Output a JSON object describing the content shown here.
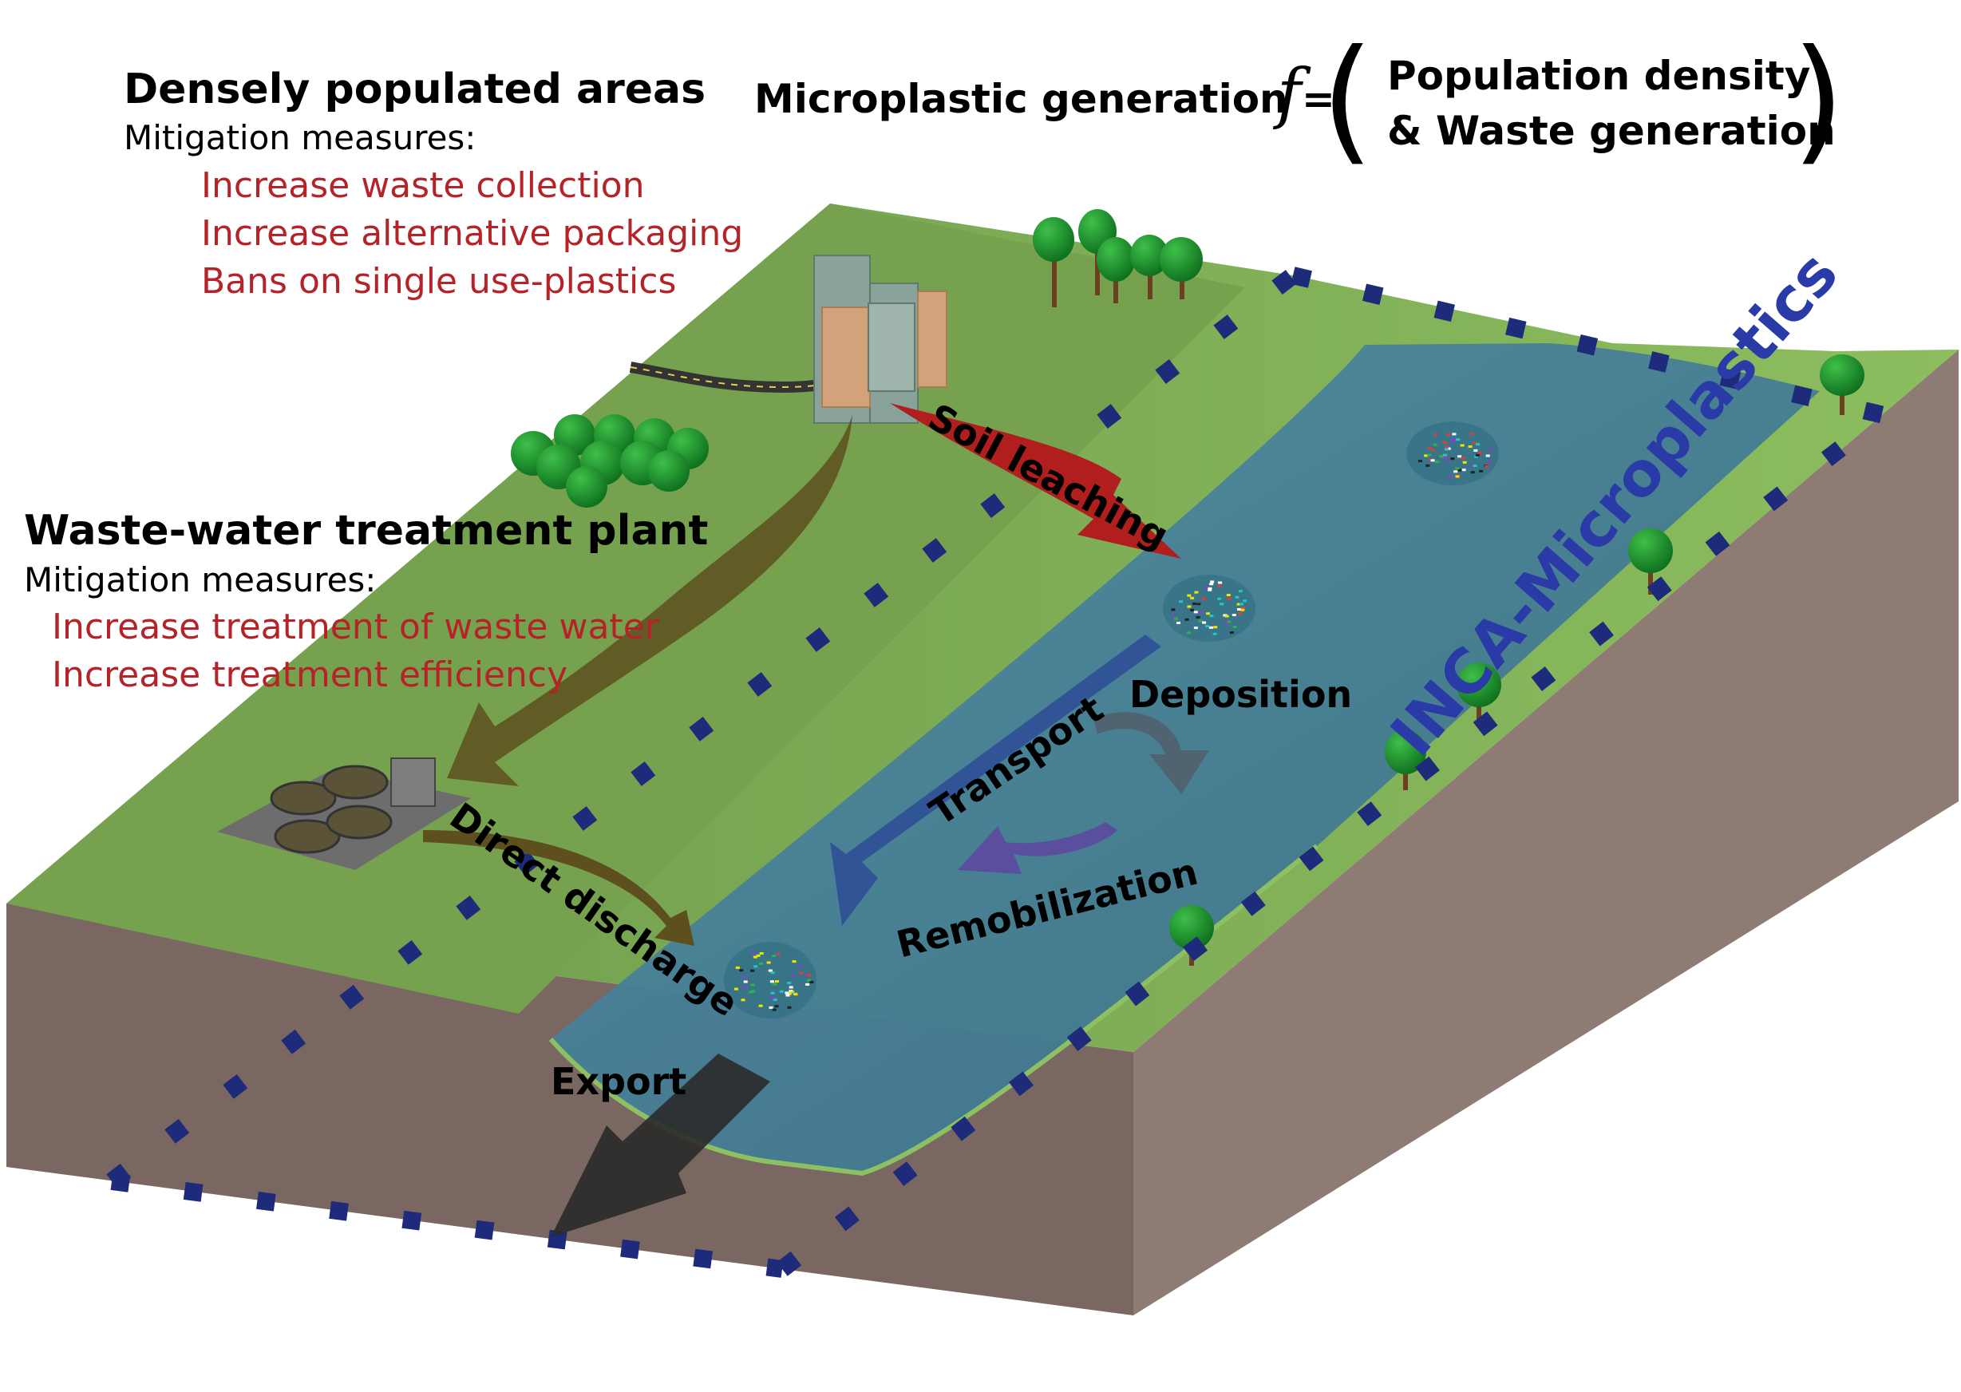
{
  "populated": {
    "heading": "Densely populated areas",
    "mitigation_label": "Mitigation measures:",
    "measures": [
      "Increase waste collection",
      "Increase alternative packaging",
      "Bans on single use-plastics"
    ]
  },
  "wwtp": {
    "heading": "Waste-water treatment plant",
    "mitigation_label": "Mitigation measures:",
    "measures": [
      "Increase treatment of waste water",
      "Increase treatment efficiency"
    ]
  },
  "equation": {
    "lhs": "Microplastic generation =",
    "symbol": "f",
    "open": "(",
    "close": ")",
    "line1": "Population density",
    "line2": "& Waste generation"
  },
  "processes": {
    "soil_leaching": "Soil leaching",
    "direct_discharge": "Direct discharge",
    "transport": "Transport",
    "deposition": "Deposition",
    "remobilization": "Remobilization",
    "export": "Export"
  },
  "model_label": "INCA-Microplastics",
  "colors": {
    "grass": "#7aa653",
    "grass_light": "#8cbd5e",
    "soil": "#8e7b74",
    "soil_dark": "#7a6761",
    "water": "#3f7d94",
    "boundary": "#1e2a7a",
    "red_text": "#b52227",
    "soil_leach_arrow": "#b01e1e",
    "wwtp_arrow": "#5e4f1f",
    "transport_arrow": "#2e4f96",
    "deposition_arrow": "#4f6470",
    "remob_arrow": "#5a4f9e",
    "export_arrow": "#2a2a2a",
    "model_label": "#2a3aa6"
  },
  "icons": [
    "city-buildings-icon",
    "tree-icon",
    "road-icon",
    "treatment-plant-icon",
    "microplastic-particles-icon"
  ]
}
